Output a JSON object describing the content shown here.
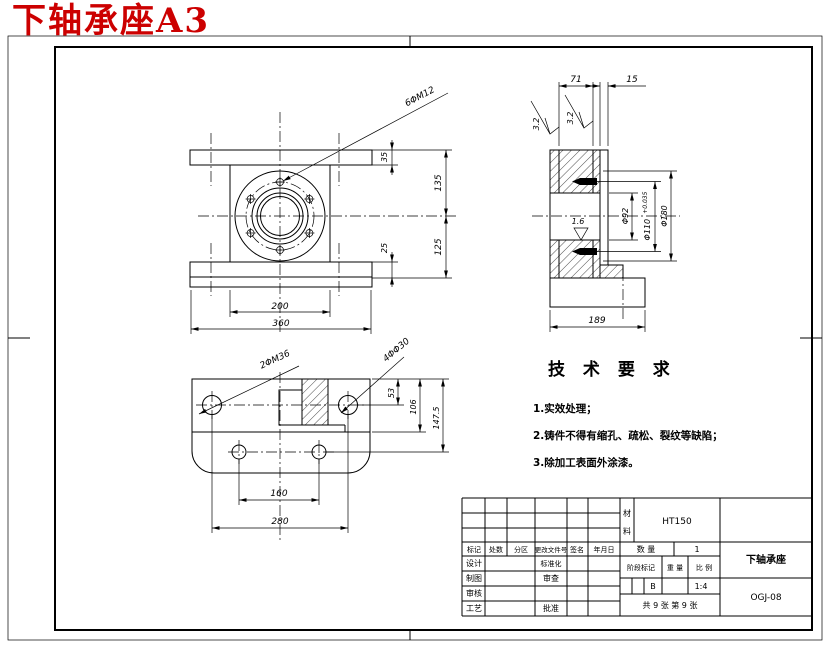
{
  "sheet": {
    "title": "下轴承座A3"
  },
  "front_view": {
    "leader": "6ΦM12",
    "dim_35": "35",
    "dim_135": "135",
    "dim_25": "25",
    "dim_125": "125",
    "dim_200": "200",
    "dim_360": "360"
  },
  "section_view": {
    "dim_71": "71",
    "dim_15": "15",
    "dim_189": "189",
    "dim_d92": "Φ92",
    "dim_d110": "Φ110",
    "dim_d110_tol": "+0.035",
    "dim_d180": "Φ180",
    "rough_a": "3.2",
    "rough_b": "3.2",
    "rough_c": "1.6"
  },
  "bottom_view": {
    "leader_m36": "2ΦM36",
    "leader_d30": "4ΦΦ30",
    "dim_53": "53",
    "dim_106": "106",
    "dim_1475": "147.5",
    "dim_160": "160",
    "dim_280": "280"
  },
  "tech_req": {
    "title": "技 术 要 求",
    "item1": "1.实效处理；",
    "item2": "2.铸件不得有缩孔、疏松、裂纹等缺陷；",
    "item3": "3.除加工表面外涂漆。"
  },
  "title_block": {
    "material_label_1": "材",
    "material_label_2": "料",
    "material": "HT150",
    "col_mark": "标记",
    "col_count": "处数",
    "col_zone": "分区",
    "col_file": "更改文件号",
    "col_sign": "签名",
    "col_date": "年月日",
    "row_design": "设计",
    "row_draft": "制图",
    "row_check": "审核",
    "row_process": "工艺",
    "row_std": "标准化",
    "row_review": "审查",
    "row_approve": "批准",
    "qty_label": "数 量",
    "qty": "1",
    "stage_label": "阶段标记",
    "weight_label": "重 量",
    "scale_label": "比 例",
    "stage": "B",
    "scale": "1:4",
    "sheet_info": "共 9 张 第 9 张",
    "part_name": "下轴承座",
    "drawing_no": "OGJ-08"
  }
}
